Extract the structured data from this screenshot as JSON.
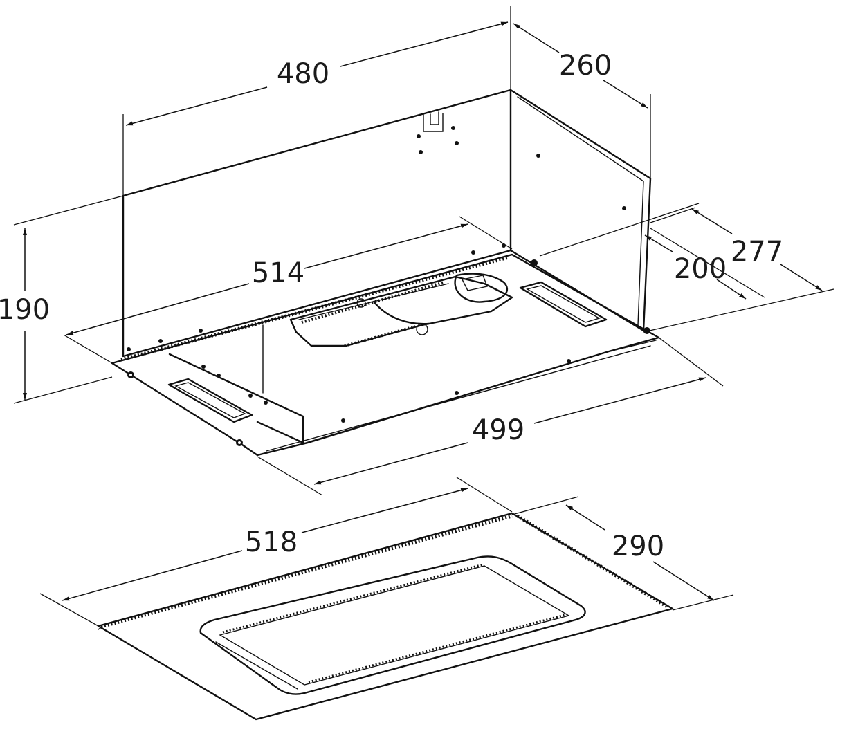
{
  "dimensions": {
    "top_width": "480",
    "top_depth": "260",
    "height": "190",
    "inner_width": "514",
    "inner_depth_a": "200",
    "inner_depth_b": "277",
    "bottom_width": "499",
    "panel_width": "518",
    "panel_depth": "290"
  },
  "colors": {
    "line": "#111111",
    "background": "#ffffff"
  }
}
